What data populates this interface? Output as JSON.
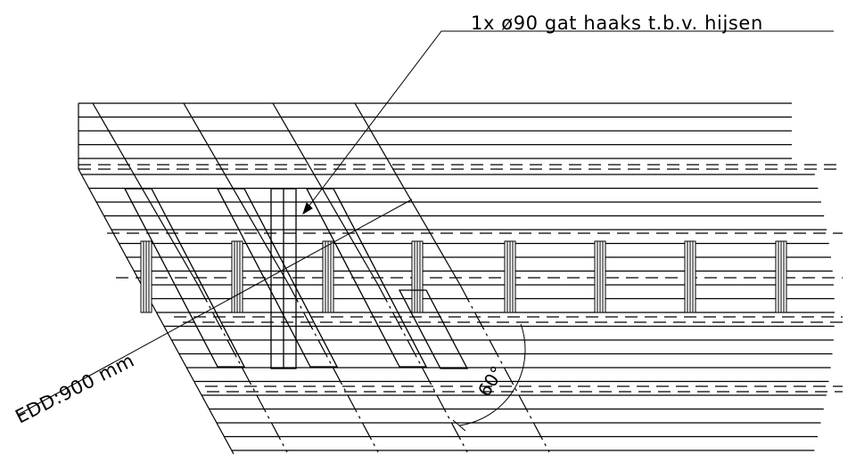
{
  "annotations": {
    "hole_note": "1x ø90 gat haaks t.b.v. hijsen",
    "edd_label": "EDD:900 mm",
    "angle_label": "60°"
  },
  "colors": {
    "line": "#000000",
    "background": "#ffffff"
  }
}
